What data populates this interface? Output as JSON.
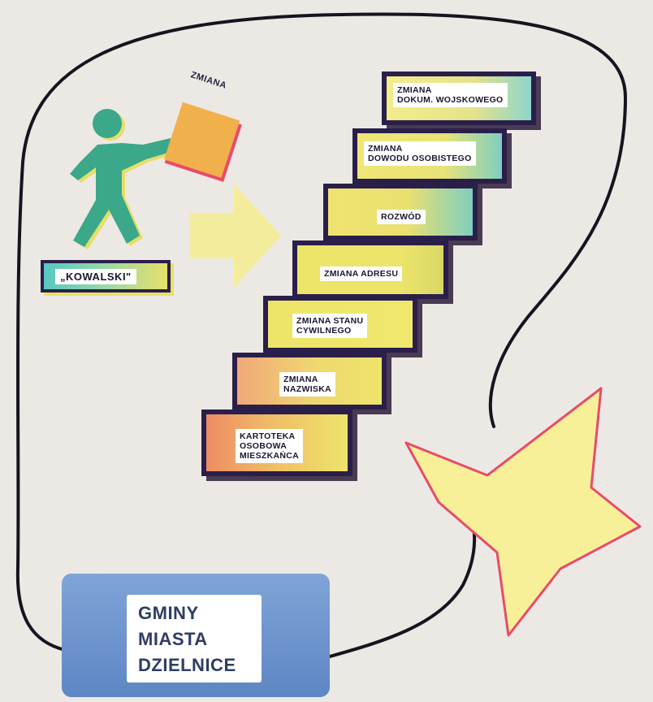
{
  "figure": {
    "box_label": "ZMIANA",
    "name_tag": "„KOWALSKI\"",
    "steps": [
      {
        "id": "dokum-wojskowego",
        "label": "ZMIANA\nDOKUM. WOJSKOWEGO"
      },
      {
        "id": "dowodu-osobistego",
        "label": "ZMIANA\nDOWODU OSOBISTEGO"
      },
      {
        "id": "rozwod",
        "label": "ROZWÓD"
      },
      {
        "id": "zmiana-adresu",
        "label": "ZMIANA ADRESU"
      },
      {
        "id": "stanu-cywilnego",
        "label": "ZMIANA STANU\nCYWILNEGO"
      },
      {
        "id": "nazwiska",
        "label": "ZMIANA\nNAZWISKA"
      },
      {
        "id": "kartoteka",
        "label": "KARTOTEKA\nOSOBOWA\nMIESZKAŃCA"
      }
    ],
    "gmina": {
      "line1": "GMINY",
      "line2": "MIASTA",
      "line3": "DZIELNICE"
    }
  },
  "colors": {
    "background": "#ece9e4",
    "outline": "#2a1f4a",
    "figure_person": "#3aa889",
    "box_fill": "#f0b04c",
    "arrow_yellow": "#f3ec9c",
    "star_yellow": "#f8f098",
    "star_outline": "#e84b6a",
    "gmina_blue": "#6b92cc",
    "step_yellow": "#ede46a",
    "step_teal": "#7fd0c4",
    "step_orange": "#f0a060"
  }
}
